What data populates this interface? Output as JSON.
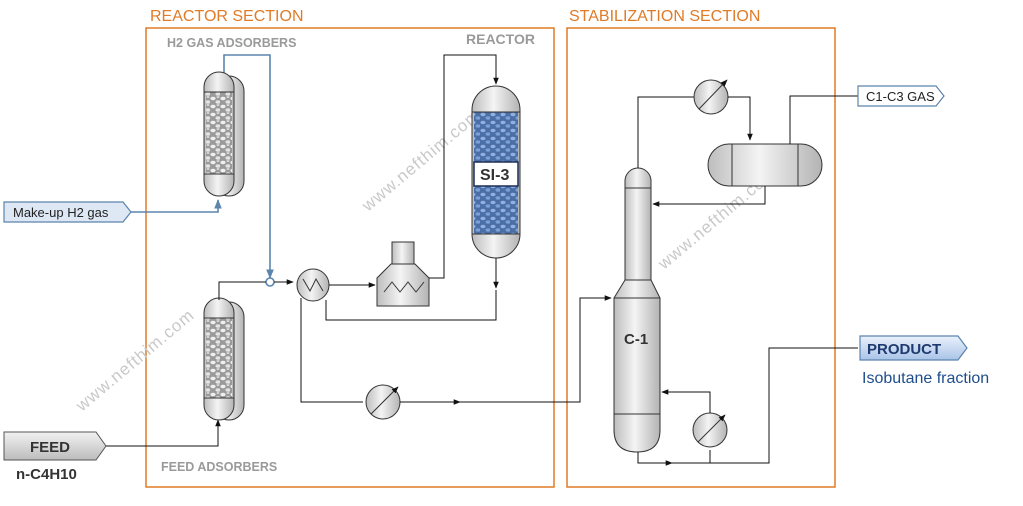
{
  "sections": {
    "reactor": "REACTOR SECTION",
    "stabilization": "STABILIZATION SECTION"
  },
  "labels": {
    "h2_adsorbers": "H2 GAS ADSORBERS",
    "reactor": "REACTOR",
    "feed_adsorbers": "FEED ADSORBERS",
    "catalyst": "SI-3",
    "column": "C-1"
  },
  "streams": {
    "makeup_h2": "Make-up H2 gas",
    "gas_out": "C1-C3 GAS",
    "feed": "FEED",
    "feed_formula": "n-C4H10",
    "product": "PRODUCT",
    "product_sub": "Isobutane fraction"
  },
  "watermark": "www.nefthim.com",
  "colors": {
    "section_border": "#e07b27",
    "h2_line": "#5b85ad",
    "catalyst": "#6a8fca"
  },
  "icons": [
    "heat-exchanger-icon",
    "furnace-icon",
    "cooler-icon",
    "reboiler-icon",
    "arrow-icon"
  ]
}
